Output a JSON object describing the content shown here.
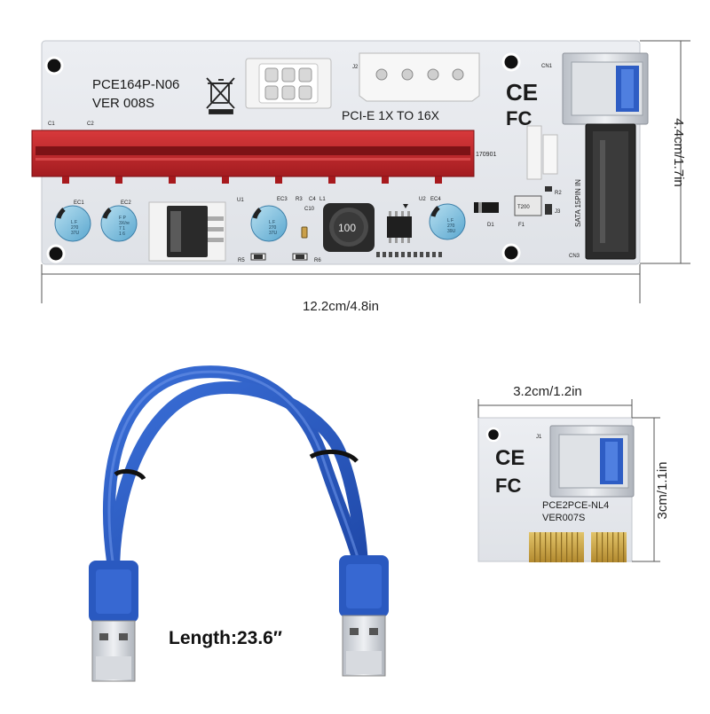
{
  "riser_board": {
    "model": "PCE164P-N06",
    "version": "VER 008S",
    "slot_label": "PCI-E 1X TO 16X",
    "sata_label": "SATA 15PIN IN",
    "ce_mark": "CE",
    "fc_mark": "FC",
    "inductor_value": "100",
    "regulator_text": "",
    "labels": {
      "c1": "C1",
      "c2": "C2",
      "j2": "J2",
      "cn1": "CN1",
      "cn3": "CN3",
      "ec1": "EC1",
      "ec2": "EC2",
      "ec3": "EC3",
      "ec4": "EC4",
      "u1": "U1",
      "u2": "U2",
      "r2": "R2",
      "r3": "R3",
      "r5": "R5",
      "r6": "R6",
      "c4": "C4",
      "c10": "C10",
      "l1": "L1",
      "d1": "D1",
      "f1": "F1",
      "j3": "J3",
      "t200": "T200",
      "slot_code": "170901"
    },
    "capacitors": {
      "ec1": [
        "L F",
        "270",
        "37U"
      ],
      "ec2": [
        "F P",
        "3X/re",
        "7 1",
        "1 6"
      ],
      "ec3": [
        "L F",
        "270",
        "37U"
      ],
      "ec4": [
        "L F",
        "270",
        "39U"
      ]
    }
  },
  "adapter_board": {
    "model": "PCE2PCE-NL4",
    "version": "VER007S",
    "ce_mark": "CE",
    "fc_mark": "FC",
    "j1": "J1"
  },
  "dimensions": {
    "riser_width": "12.2cm/4.8in",
    "riser_height": "4.4cm/1.7in",
    "adapter_width": "3.2cm/1.2in",
    "adapter_height": "3cm/1.1in"
  },
  "cable": {
    "length_label": "Length:23.6″"
  },
  "colors": {
    "board": "#e6e8ec",
    "slot_red": "#c8282c",
    "cable_blue": "#2f5fc8",
    "gold": "#c9a24a"
  }
}
